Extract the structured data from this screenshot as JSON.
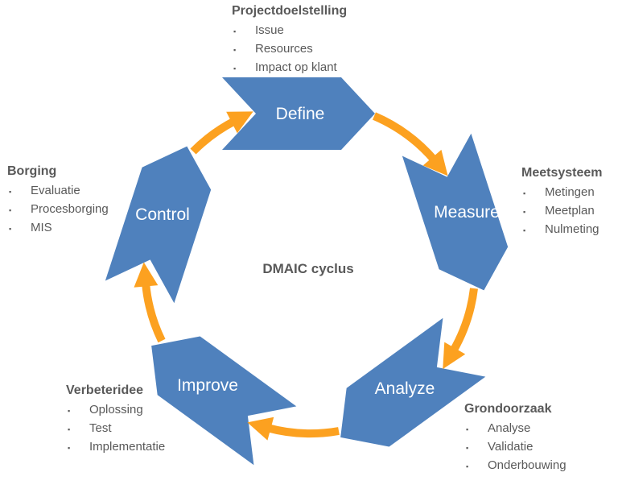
{
  "diagram": {
    "center_label": "DMAIC cyclus",
    "steps": [
      {
        "label": "Define"
      },
      {
        "label": "Measure"
      },
      {
        "label": "Analyze"
      },
      {
        "label": "Improve"
      },
      {
        "label": "Control"
      }
    ]
  },
  "annotations": {
    "define": {
      "heading": "Projectdoelstelling",
      "items": [
        "Issue",
        "Resources",
        "Impact op klant"
      ]
    },
    "measure": {
      "heading": "Meetsysteem",
      "items": [
        "Metingen",
        "Meetplan",
        "Nulmeting"
      ]
    },
    "analyze": {
      "heading": "Grondoorzaak",
      "items": [
        "Analyse",
        "Validatie",
        "Onderbouwing"
      ]
    },
    "improve": {
      "heading": "Verbeteridee",
      "items": [
        "Oplossing",
        "Test",
        "Implementatie"
      ]
    },
    "control": {
      "heading": "Borging",
      "items": [
        "Evaluatie",
        "Procesborging",
        "MIS"
      ]
    }
  },
  "icons": {
    "bullet": "▪"
  },
  "colors": {
    "shape_blue": "#4F81BD",
    "arrow_orange": "#FCA120",
    "text_dark": "#595959",
    "label_text": "#FFFFFF"
  }
}
